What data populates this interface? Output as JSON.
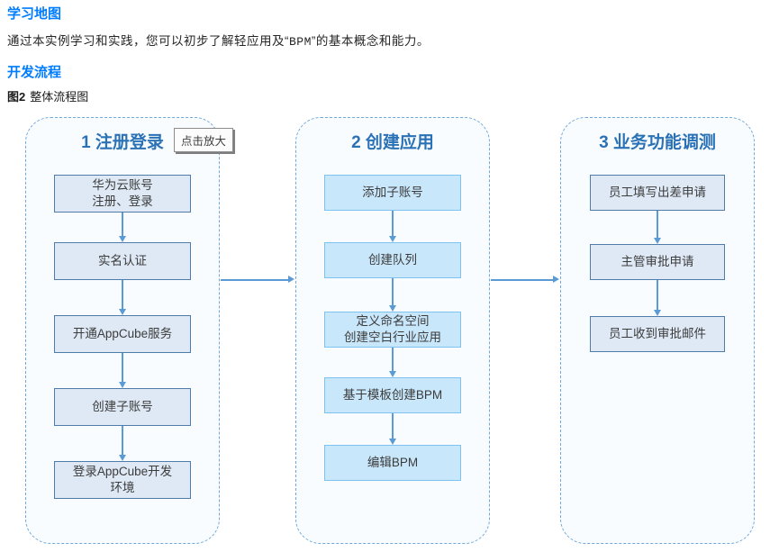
{
  "page": {
    "heading_learning_map": "学习地图",
    "intro": {
      "pre": "通过本实例学习和实践，您可以初步了解轻应用及“",
      "code": "BPM",
      "post": "”的基本概念和能力。"
    },
    "heading_dev_flow": "开发流程"
  },
  "figure": {
    "caption_label": "图2",
    "caption_text": "整体流程图",
    "tooltip": "点击放大",
    "columns": [
      {
        "title": "1 注册登录",
        "steps": [
          "华为云账号\n注册、登录",
          "实名认证",
          "开通AppCube服务",
          "创建子账号",
          "登录AppCube开发\n环境"
        ]
      },
      {
        "title": "2 创建应用",
        "steps": [
          "添加子账号",
          "创建队列",
          "定义命名空间\n创建空白行业应用",
          "基于模板创建BPM",
          "编辑BPM"
        ]
      },
      {
        "title": "3 业务功能调测",
        "steps": [
          "员工填写出差申请",
          "主管审批申请",
          "员工收到审批邮件"
        ]
      }
    ],
    "colors": {
      "heading_blue": "#007DFF",
      "panel_title_blue": "#2A72B5",
      "panel_border": "#70A8DC",
      "panel_fill": "#F9FCFE",
      "box_light_fill": "#DEE9F5",
      "box_light_border": "#4F7CAB",
      "box_bright_fill": "#C9E7FB",
      "box_bright_border": "#7EC3EF",
      "arrow": "#5B9BD5"
    }
  }
}
